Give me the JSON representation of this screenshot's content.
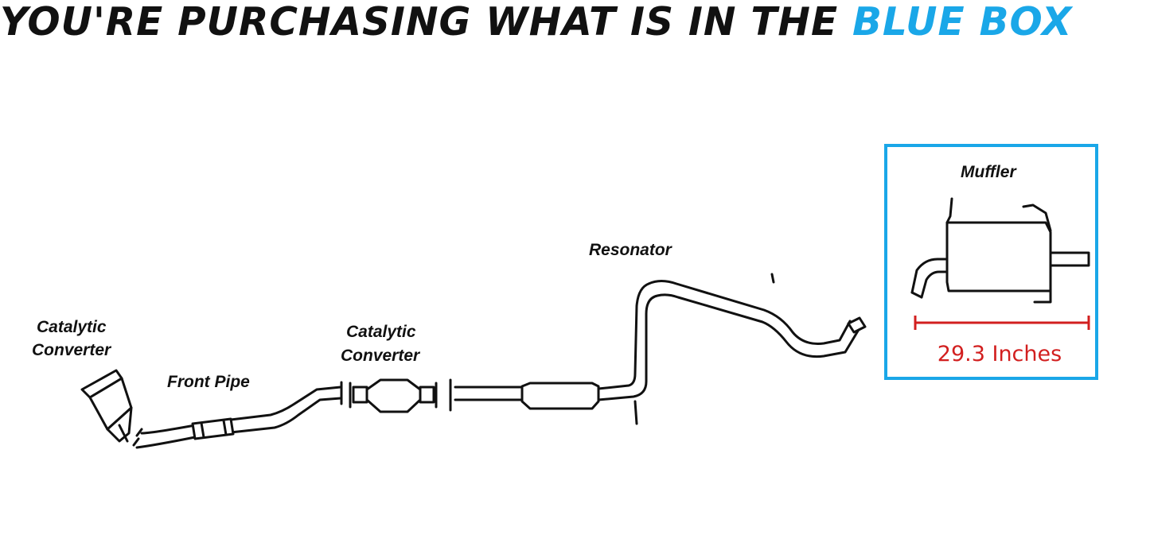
{
  "headline": {
    "prefix": "YOU'RE PURCHASING WHAT IS IN THE ",
    "highlight": "BLUE BOX",
    "highlight_color": "#1aa7e8"
  },
  "labels": {
    "cat_converter_left_line1": "Catalytic",
    "cat_converter_left_line2": "Converter",
    "front_pipe": "Front Pipe",
    "cat_converter_mid_line1": "Catalytic",
    "cat_converter_mid_line2": "Converter",
    "resonator": "Resonator",
    "muffler": "Muffler"
  },
  "measurement": {
    "text": "29.3 Inches",
    "color": "#d21f1f"
  },
  "selection_box_color": "#1aa7e8",
  "icons": [
    "catalytic-converter-icon",
    "front-pipe-icon",
    "resonator-pipe-icon",
    "muffler-icon",
    "dimension-line-icon"
  ]
}
